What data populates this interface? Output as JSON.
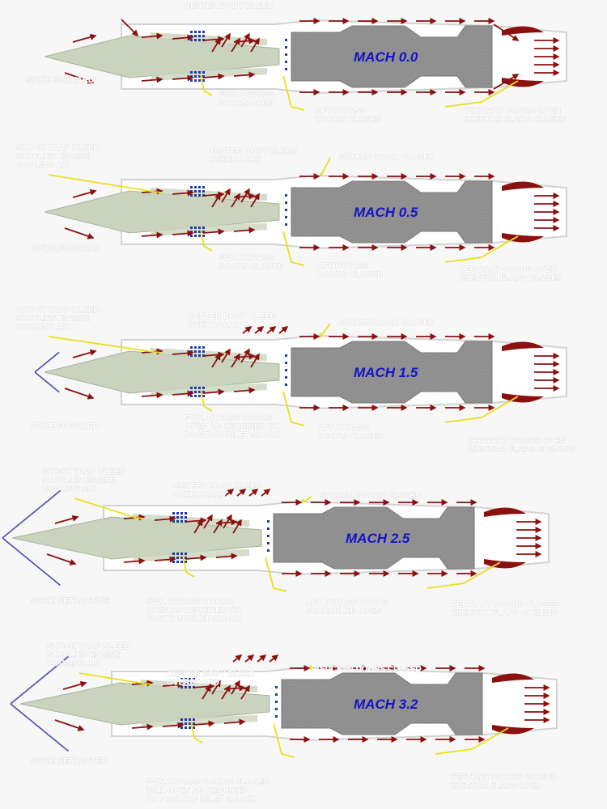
{
  "colors": {
    "background": "#f7f7f7",
    "spike": "#c9d3bd",
    "engine": "#888888",
    "arrow": "#8b1010",
    "leader": "#e8e01a",
    "shock": "#4b4bb0",
    "mach_text": "#1414c8"
  },
  "panels": [
    {
      "mach": "MACH 0.0",
      "spike_label": "SPIKE FORWARD",
      "shock": "none",
      "labels": {
        "shock_trap": [],
        "center_body": [
          "CENTER BODY BLEED"
        ],
        "suck_in": [],
        "fwd_bypass": [
          "FWD. BYPASS",
          "DOORS OPEN"
        ],
        "aft_bypass": [
          "AFT BYPASS",
          "DOORS CLOSED"
        ],
        "tertiary": [
          "TERTIARY DOORS OPEN",
          "EJECTOR FLAPS CLOSED"
        ]
      }
    },
    {
      "mach": "MACH 0.5",
      "spike_label": "SPIKE FORWARD",
      "shock": "none",
      "labels": {
        "shock_trap": [
          "SHOCK TRAP BLEED",
          "SUPPLIES ENGINE",
          "COOLING AIR"
        ],
        "center_body": [
          "CENTER BODY BLEED",
          "OVERBOARD"
        ],
        "suck_in": [
          "SUCK-IN DOOR CLOSED"
        ],
        "fwd_bypass": [
          "FWD. BYPASS",
          "DOORS CLOSED"
        ],
        "aft_bypass": [
          "AFT BYPASS",
          "DOORS CLOSED"
        ],
        "tertiary": [
          "TERTIARY DOORS OPEN",
          "EJECTOR FLAPS CLOSED"
        ]
      }
    },
    {
      "mach": "MACH 1.5",
      "spike_label": "SPIKE FORWARD",
      "shock": "short",
      "labels": {
        "shock_trap": [
          "SHOCK TRAP BLEED",
          "SUPPLIES ENGINE",
          "COOLING AIR"
        ],
        "center_body": [
          "CENTER BODY BLEED",
          "OVERBOARD"
        ],
        "suck_in": [
          "SUCK-IN DOOR CLOSED"
        ],
        "fwd_bypass": [
          "FWD. BYPASS DOORS",
          "OPEN AS REQUIRED TO",
          "POSITION INLET SHOCK"
        ],
        "aft_bypass": [
          "AFT BYPASS",
          "DOORS CLOSED"
        ],
        "tertiary": [
          "TERTIARY DOORS OPEN",
          "EJECTOR FLAPS OPENING"
        ]
      }
    },
    {
      "mach": "MACH 2.5",
      "spike_label": "SPIKE RETRACTING",
      "shock": "long",
      "labels": {
        "shock_trap": [
          "SHOCK TRAP BLEED",
          "SUPPLIES ENGINE",
          "COOLING AIR"
        ],
        "center_body": [
          "CENTER BODY BLEED",
          "OVERBOARD"
        ],
        "suck_in": [
          "SUCK-IN DOORS CLOSED"
        ],
        "fwd_bypass": [
          "FWD. BYPASS DOORS",
          "OPEN AS REQUIRED TO",
          "POSITION INLET SHOCK"
        ],
        "aft_bypass": [
          "AFT BYPASS DOORS",
          "SCHEDULED OPEN"
        ],
        "tertiary": [
          "TERTIARY DOORS CLOSED",
          "EJECTOR FLAPS OPENING"
        ]
      }
    },
    {
      "mach": "MACH 3.2",
      "spike_label": "SPIKE RETRACTED",
      "shock": "long",
      "labels": {
        "shock_trap": [
          "SHOCK TRAP BLEED",
          "SUPPLIES ENGINE",
          "COOLING AIR"
        ],
        "center_body": [
          "CENTER BODY BLEED",
          "OVERBOARD"
        ],
        "suck_in": [
          "SUCK-IN DOORS CLOSED"
        ],
        "fwd_bypass": [
          "FWD. BYPASS DOORS CLOSED",
          "WILL OPEN AS REQUIRED",
          "TO POSITION INLET SHOCK"
        ],
        "aft_bypass": [],
        "tertiary": [
          "TERTIARY DOORS CLOSED",
          "EJECTOR FLAPS OPEN"
        ]
      }
    }
  ]
}
